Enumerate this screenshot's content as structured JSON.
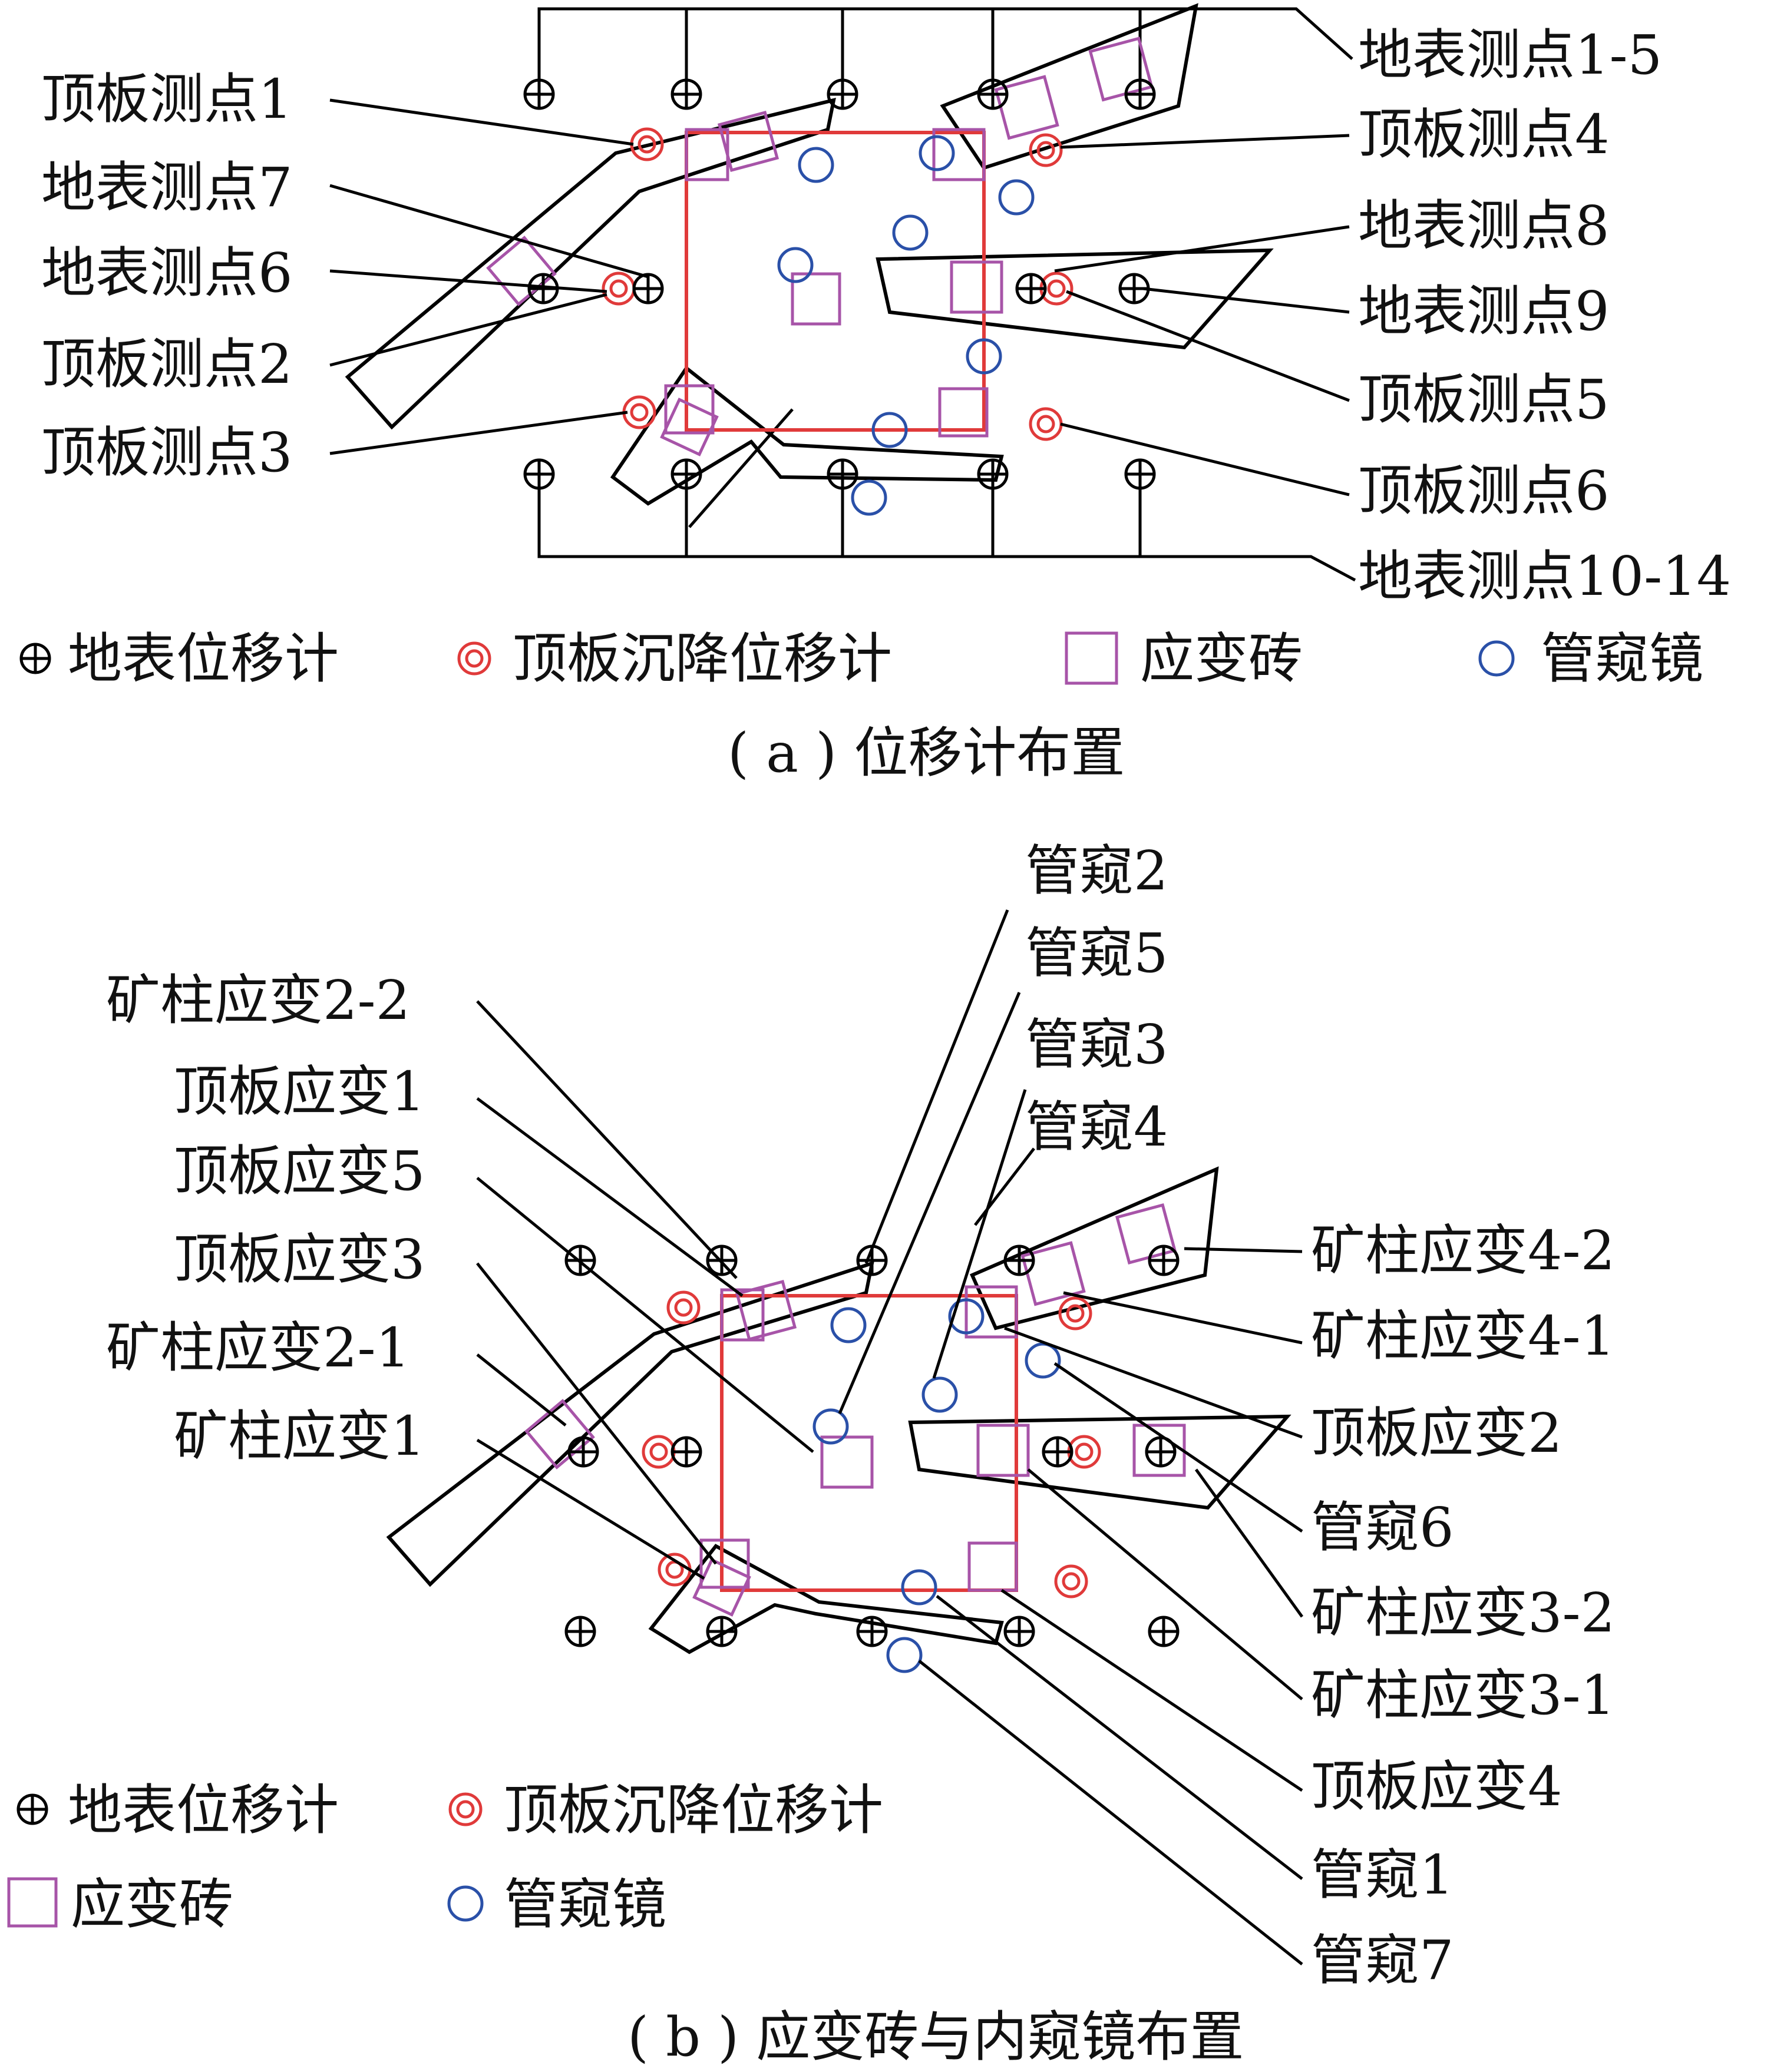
{
  "colors": {
    "surface": "#000000",
    "roof": "#e03a3a",
    "brick": "#a754a8",
    "scope": "#2a50a8",
    "room": "#e03a3a"
  },
  "panel_a": {
    "caption": "( a ) 位移计布置",
    "labels": {
      "s15": "地表测点1-5",
      "r1": "顶板测点1",
      "r4": "顶板测点4",
      "s7": "地表测点7",
      "s8": "地表测点8",
      "s6": "地表测点6",
      "s9": "地表测点9",
      "r2": "顶板测点2",
      "r5": "顶板测点5",
      "r3": "顶板测点3",
      "r6": "顶板测点6",
      "s1014": "地表测点10-14"
    },
    "legend": {
      "surface": "地表位移计",
      "roof": "顶板沉降位移计",
      "brick": "应变砖",
      "scope": "管窥镜"
    }
  },
  "panel_b": {
    "caption": "( b ) 应变砖与内窥镜布置",
    "labels": {
      "k2": "管窥2",
      "k5": "管窥5",
      "k3": "管窥3",
      "k4": "管窥4",
      "p22": "矿柱应变2-2",
      "t1": "顶板应变1",
      "t5": "顶板应变5",
      "t3": "顶板应变3",
      "p21": "矿柱应变2-1",
      "p1": "矿柱应变1",
      "p42": "矿柱应变4-2",
      "p41": "矿柱应变4-1",
      "t2": "顶板应变2",
      "k6": "管窥6",
      "p32": "矿柱应变3-2",
      "p31": "矿柱应变3-1",
      "t4": "顶板应变4",
      "k1": "管窥1",
      "k7": "管窥7"
    },
    "legend": {
      "surface": "地表位移计",
      "roof": "顶板沉降位移计",
      "brick": "应变砖",
      "scope": "管窥镜"
    }
  }
}
